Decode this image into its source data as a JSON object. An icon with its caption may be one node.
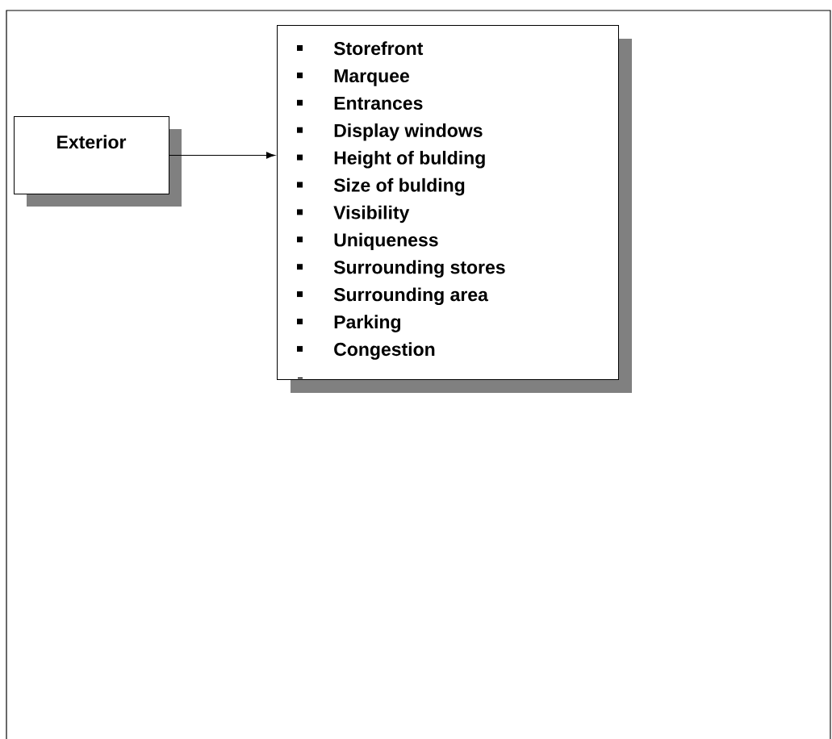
{
  "diagram": {
    "nodes": [
      {
        "text": [
          "Exterior"
        ]
      },
      {
        "text": [
          "Storefront",
          "Marquee",
          "Entrances",
          "Display windows",
          "Height of bulding",
          "Size of bulding",
          "Visibility",
          "Uniqueness",
          "Surrounding stores",
          "Surrounding area",
          "Parking",
          "Congestion"
        ]
      }
    ],
    "edges": [
      {
        "from": 0,
        "to": 1,
        "arrow": "to"
      }
    ]
  }
}
